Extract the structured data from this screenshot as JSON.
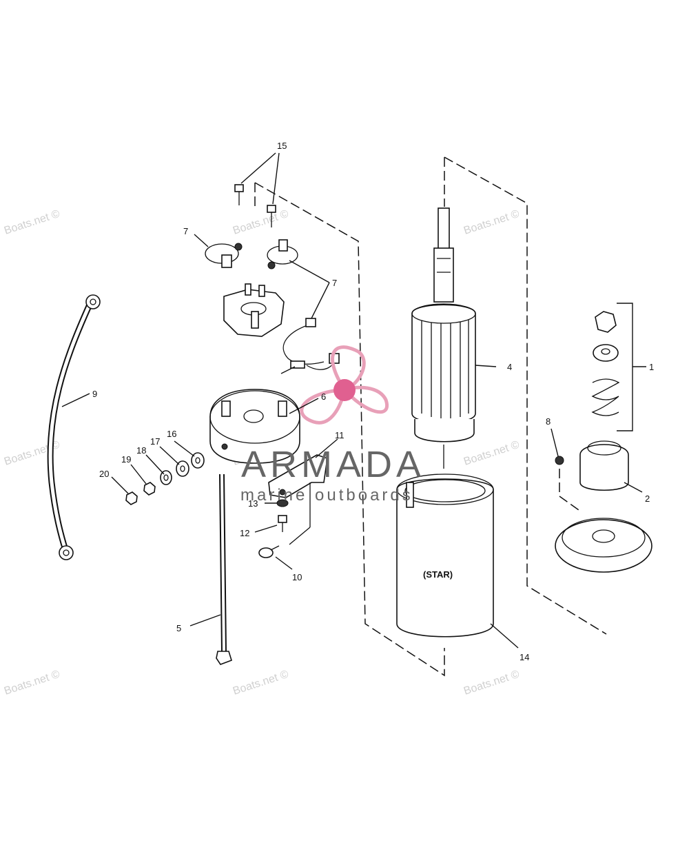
{
  "watermark": "Boats.net ©",
  "brand": {
    "name": "ARMADA",
    "tagline": "marine outboards",
    "name_color": "#666666",
    "propeller_color": "#e8a0b8",
    "hub_color": "#e06090"
  },
  "parts": {
    "p1": "1",
    "p2": "2",
    "p4": "4",
    "p5": "5",
    "p6": "6",
    "p7a": "7",
    "p7b": "7",
    "p8": "8",
    "p9": "9",
    "p10": "10",
    "p11": "11",
    "p12": "12",
    "p13": "13",
    "p14": "14",
    "p15": "15",
    "p16": "16",
    "p17": "17",
    "p18": "18",
    "p19": "19",
    "p20": "20"
  },
  "frame_label": "(STAR)"
}
